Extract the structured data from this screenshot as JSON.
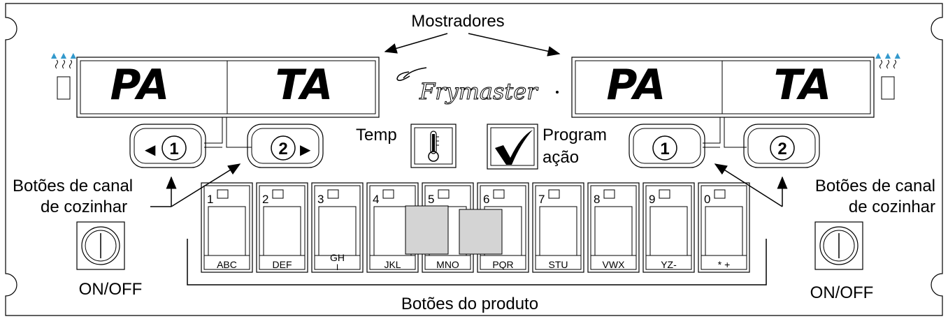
{
  "labels": {
    "displays": "Mostradores",
    "cook_channel_left": [
      "Botões de canal",
      "de cozinhar"
    ],
    "cook_channel_right": [
      "Botões de canal",
      "de cozinhar"
    ],
    "power_left": "ON/OFF",
    "power_right": "ON/OFF",
    "temp": "Temp",
    "program": [
      "Program",
      "ação"
    ],
    "product_buttons": "Botões do produto",
    "brand": "Frymaster"
  },
  "left_display": {
    "segment_1": "PA",
    "segment_2": "TA"
  },
  "right_display": {
    "segment_1": "PA",
    "segment_2": "TA"
  },
  "left_channels": [
    {
      "number": "1",
      "arrow": "◀"
    },
    {
      "number": "2",
      "arrow": "▶"
    }
  ],
  "right_channels": [
    {
      "number": "1"
    },
    {
      "number": "2"
    }
  ],
  "product_keys": [
    {
      "number": "1",
      "letters": "ABC"
    },
    {
      "number": "2",
      "letters": "DEF"
    },
    {
      "number": "3",
      "letters": "GH",
      "letters_2": "I"
    },
    {
      "number": "4",
      "letters": "JKL"
    },
    {
      "number": "5",
      "letters": "MNO"
    },
    {
      "number": "6",
      "letters": "PQR"
    },
    {
      "number": "7",
      "letters": "STU"
    },
    {
      "number": "8",
      "letters": "VWX"
    },
    {
      "number": "9",
      "letters": "YZ-"
    },
    {
      "number": "0",
      "letters": "* +"
    }
  ],
  "colors": {
    "line": "#000000",
    "overlay_gray": "#d4d4d4",
    "heat_blue": "#3399cc"
  }
}
